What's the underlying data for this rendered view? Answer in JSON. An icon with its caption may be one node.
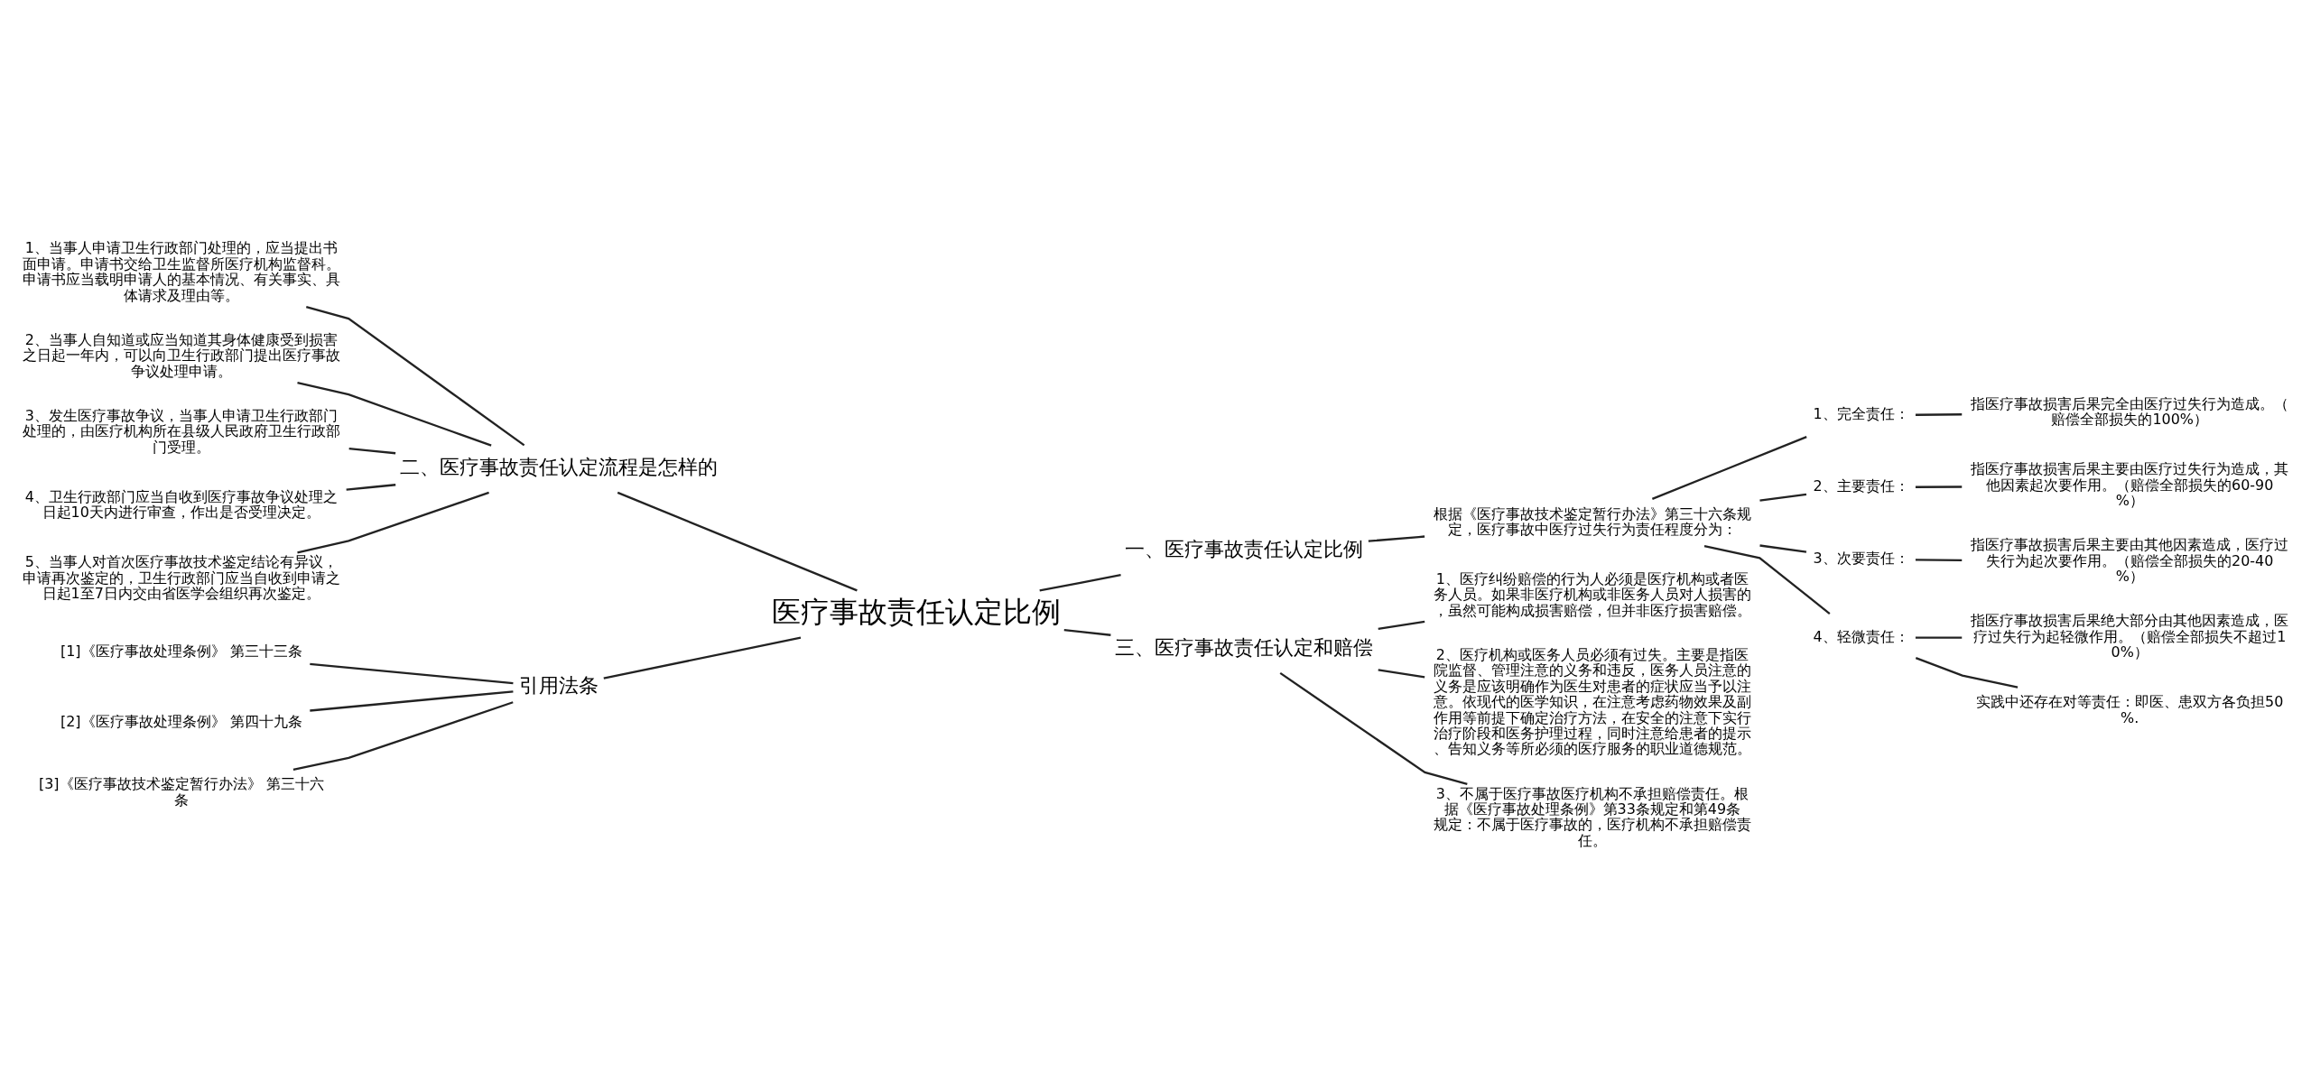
{
  "diagram": {
    "nodes": [
      {
        "text": [
          "医疗事故责任认定比例"
        ]
      },
      {
        "text": [
          "一、医疗事故责任认定比例"
        ]
      },
      {
        "text": [
          "根据《医疗事故技术鉴定暂行办法》第三十六条规定，医疗事故中医疗过失行为责任程度分为："
        ]
      },
      {
        "text": [
          "1、完全责任："
        ]
      },
      {
        "text": [
          "指医疗事故损害后果完全由医疗过失行为造成。（赔偿全部损失的100%）"
        ]
      },
      {
        "text": [
          "2、主要责任："
        ]
      },
      {
        "text": [
          "指医疗事故损害后果主要由医疗过失行为造成，其他因素起次要作用。（赔偿全部损失的60-90%）"
        ]
      },
      {
        "text": [
          "3、次要责任："
        ]
      },
      {
        "text": [
          "指医疗事故损害后果主要由其他因素造成，医疗过失行为起次要作用。（赔偿全部损失的20-40%）"
        ]
      },
      {
        "text": [
          "4、轻微责任："
        ]
      },
      {
        "text": [
          "指医疗事故损害后果绝大部分由其他因素造成，医疗过失行为起轻微作用。（赔偿全部损失不超过10%）"
        ]
      },
      {
        "text": [
          "实践中还存在对等责任：即医、患双方各负担50%."
        ]
      },
      {
        "text": [
          "三、医疗事故责任认定和赔偿"
        ]
      },
      {
        "text": [
          "1、医疗纠纷赔偿的行为人必须是医疗机构或者医务人员。如果非医疗机构或非医务人员对人损害的，虽然可能构成损害赔偿，但并非医疗损害赔偿。"
        ]
      },
      {
        "text": [
          "2、医疗机构或医务人员必须有过失。主要是指医院监督、管理注意的义务和违反，医务人员注意的义务是应该明确作为医生对患者的症状应当予以注意。依现代的医学知识，在注意考虑药物效果及副作用等前提下确定治疗方法，在安全的注意下实行治疗阶段和医务护理过程，同时注意给患者的提示、告知义务等所必须的医疗服务的职业道德规范。"
        ]
      },
      {
        "text": [
          "3、不属于医疗事故医疗机构不承担赔偿责任。根据《医疗事故处理条例》第33条规定和第49条规定：不属于医疗事故的，医疗机构不承担赔偿责任。"
        ]
      },
      {
        "text": [
          "二、医疗事故责任认定流程是怎样的"
        ]
      },
      {
        "text": [
          "1、当事人申请卫生行政部门处理的，应当提出书面申请。申请书交给卫生监督所医疗机构监督科。申请书应当载明申请人的基本情况、有关事实、具体请求及理由等。"
        ]
      },
      {
        "text": [
          "2、当事人自知道或应当知道其身体健康受到损害之日起一年内，可以向卫生行政部门提出医疗事故争议处理申请。"
        ]
      },
      {
        "text": [
          "3、发生医疗事故争议，当事人申请卫生行政部门处理的，由医疗机构所在县级人民政府卫生行政部门受理。"
        ]
      },
      {
        "text": [
          "4、卫生行政部门应当自收到医疗事故争议处理之日起10天内进行审查，作出是否受理决定。"
        ]
      },
      {
        "text": [
          "5、当事人对首次医疗事故技术鉴定结论有异议，申请再次鉴定的，卫生行政部门应当自收到申请之日起1至7日内交由省医学会组织再次鉴定。"
        ]
      },
      {
        "text": [
          "引用法条"
        ]
      },
      {
        "text": [
          "[1]《医疗事故处理条例》 第三十三条"
        ]
      },
      {
        "text": [
          "[2]《医疗事故处理条例》 第四十九条"
        ]
      },
      {
        "text": [
          "[3]《医疗事故技术鉴定暂行办法》 第三十六条"
        ]
      }
    ],
    "edges": [
      {
        "from": 0,
        "to": 1,
        "arrow": "none"
      },
      {
        "from": 1,
        "to": 2,
        "arrow": "none"
      },
      {
        "from": 2,
        "to": 3,
        "arrow": "none"
      },
      {
        "from": 3,
        "to": 4,
        "arrow": "none"
      },
      {
        "from": 2,
        "to": 5,
        "arrow": "none"
      },
      {
        "from": 5,
        "to": 6,
        "arrow": "none"
      },
      {
        "from": 2,
        "to": 7,
        "arrow": "none"
      },
      {
        "from": 7,
        "to": 8,
        "arrow": "none"
      },
      {
        "from": 2,
        "to": 9,
        "arrow": "none"
      },
      {
        "from": 9,
        "to": 10,
        "arrow": "none"
      },
      {
        "from": 9,
        "to": 11,
        "arrow": "none"
      },
      {
        "from": 0,
        "to": 12,
        "arrow": "none"
      },
      {
        "from": 12,
        "to": 13,
        "arrow": "none"
      },
      {
        "from": 12,
        "to": 14,
        "arrow": "none"
      },
      {
        "from": 12,
        "to": 15,
        "arrow": "none"
      },
      {
        "from": 0,
        "to": 16,
        "arrow": "none"
      },
      {
        "from": 16,
        "to": 17,
        "arrow": "none"
      },
      {
        "from": 16,
        "to": 18,
        "arrow": "none"
      },
      {
        "from": 16,
        "to": 19,
        "arrow": "none"
      },
      {
        "from": 16,
        "to": 20,
        "arrow": "none"
      },
      {
        "from": 16,
        "to": 21,
        "arrow": "none"
      },
      {
        "from": 0,
        "to": 22,
        "arrow": "none"
      },
      {
        "from": 22,
        "to": 23,
        "arrow": "none"
      },
      {
        "from": 22,
        "to": 24,
        "arrow": "none"
      },
      {
        "from": 22,
        "to": 25,
        "arrow": "none"
      }
    ]
  }
}
